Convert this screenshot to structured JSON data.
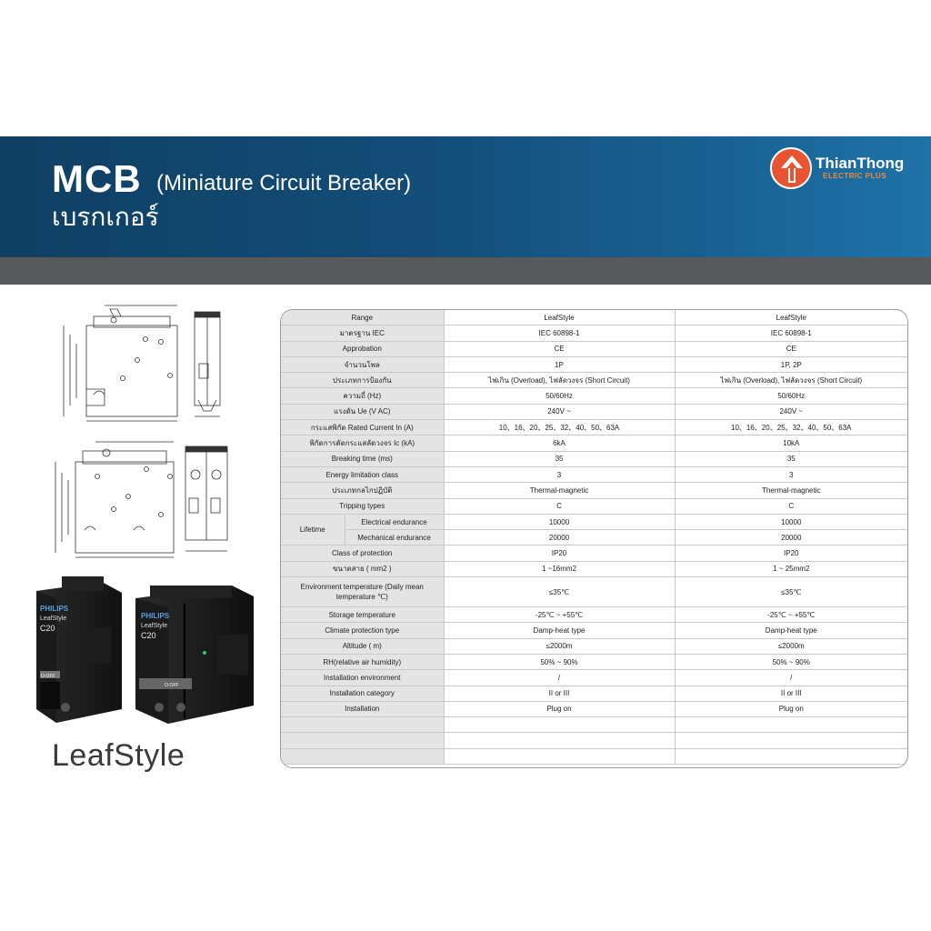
{
  "header": {
    "title_main": "MCB",
    "title_sub": "(Miniature Circuit Breaker)",
    "title_thai": "เบรกเกอร์",
    "logo_name": "ThianThong",
    "logo_tag": "ELECTRIC PLUS"
  },
  "brand_word": "LeafStyle",
  "photo": {
    "brand": "PHILIPS",
    "series": "LeafStyle",
    "rating": "C20",
    "switch_text": "O-OFF"
  },
  "colors": {
    "banner": "#134d78",
    "grey_band": "#58595b",
    "logo_accent": "#e8542f",
    "table_label_bg": "#e4e4e4"
  },
  "table": {
    "rows": [
      {
        "label": "Range",
        "c1": "LeafStyle",
        "c2": "LeafStyle"
      },
      {
        "label": "มาตรฐาน IEC",
        "c1": "IEC 60898-1",
        "c2": "IEC 60898-1"
      },
      {
        "label": "Approbation",
        "c1": "CE",
        "c2": "CE"
      },
      {
        "label": "จำนวนโพล",
        "c1": "1P",
        "c2": "1P, 2P"
      },
      {
        "label": "ประเภทการป้องกัน",
        "c1": "ไฟเกิน (Overload), ไฟลัดวงจร (Short Circuit)",
        "c2": "ไฟเกิน (Overload), ไฟลัดวงจร (Short Circuit)"
      },
      {
        "label": "ความถี่ (Hz)",
        "c1": "50/60Hz",
        "c2": "50/60Hz"
      },
      {
        "label": "แรงดัน Ue (V AC)",
        "c1": "240V ~",
        "c2": "240V ~"
      },
      {
        "label": "กระแสพิกัด Rated Current In (A)",
        "c1": "10、16、20、25、32、40、50、63A",
        "c2": "10、16、20、25、32、40、50、63A"
      },
      {
        "label": "พิกัดการตัดกระแสลัดวงจร Ic (kA)",
        "c1": "6kA",
        "c2": "10kA"
      },
      {
        "label": "Breaking time (ms)",
        "c1": "35",
        "c2": "35"
      },
      {
        "label": "Energy limitation class",
        "c1": "3",
        "c2": "3"
      },
      {
        "label": "ประเภทกลไกปฏิบัติ",
        "c1": "Thermal-magnetic",
        "c2": "Thermal-magnetic"
      },
      {
        "label": "Tripping types",
        "c1": "C",
        "c2": "C"
      }
    ],
    "lifetime": {
      "label": "Lifetime",
      "rows": [
        {
          "label": "Electrical endurance",
          "c1": "10000",
          "c2": "10000"
        },
        {
          "label": "Mechanical endurance",
          "c1": "20000",
          "c2": "20000"
        }
      ]
    },
    "rows2": [
      {
        "label": "Class of protection",
        "c1": "IP20",
        "c2": "IP20"
      },
      {
        "label": "ขนาดสาย ( mm2 )",
        "c1": "1 ~16mm2",
        "c2": "1 ~ 25mm2"
      }
    ],
    "env_row": {
      "label": "Environment temperature (Daily mean temperature ℃)",
      "c1": "≤35℃",
      "c2": "≤35℃"
    },
    "rows3": [
      {
        "label": "Storage temperature",
        "c1": "-25℃ ~ +55℃",
        "c2": "-25℃ ~ +55℃"
      },
      {
        "label": "Climate protection type",
        "c1": "Damp-heat type",
        "c2": "Damp-heat type"
      },
      {
        "label": "Altitude ( m)",
        "c1": "≤2000m",
        "c2": "≤2000m"
      },
      {
        "label": "RH(relative air humidity)",
        "c1": "50% ~ 90%",
        "c2": "50% ~ 90%"
      },
      {
        "label": "Installation environment",
        "c1": "/",
        "c2": "/"
      },
      {
        "label": "Installation category",
        "c1": "II or III",
        "c2": "II or III"
      },
      {
        "label": "Installation",
        "c1": "Plug on",
        "c2": "Plug on"
      }
    ]
  }
}
